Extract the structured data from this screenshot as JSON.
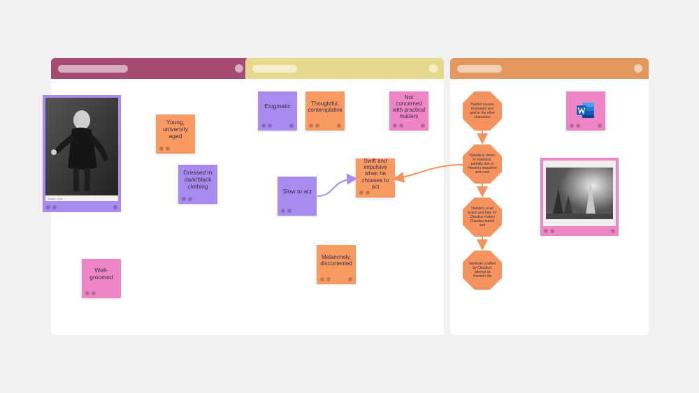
{
  "colors": {
    "background": "#f2f2f3",
    "board1_header": "#a64a73",
    "board2_header": "#e7d98c",
    "board3_header": "#e3985d",
    "sticky_orange": "#fa9a63",
    "sticky_purple": "#a98bf0",
    "sticky_pink": "#ee86c6",
    "connector_purple": "#a98bf0",
    "connector_orange": "#f4935d"
  },
  "board1": {
    "photo_caption": "Hamlet — Phot. ...",
    "stickies": {
      "young": "Young, university aged",
      "dressed": "Dressed in dark/black clothing",
      "groomed": "Well-groomed"
    }
  },
  "board2": {
    "stickies": {
      "enigmatic": "Enigmatic",
      "thoughtful": "Thoughtful, contemplative",
      "not_concerned": "Not concerned with practical matters",
      "slow": "Slow to act",
      "swift": "Swift and impulsive when he chooses to act",
      "melancholy": "Melancholy, discontented"
    }
  },
  "board3": {
    "flow": {
      "step1": "Hamlet causes frustration and grief in the other characters",
      "step2": "Ophelia is driven to madness, partially due to Hamlet's impulsive and cruel",
      "step3": "Hamlet's cruel action and hate for Claudius makes Claudius fearful and",
      "step4": "Gertrude is killed by Claudius' attempt at Hamlet's life"
    },
    "word_icon": "word-document-icon"
  }
}
